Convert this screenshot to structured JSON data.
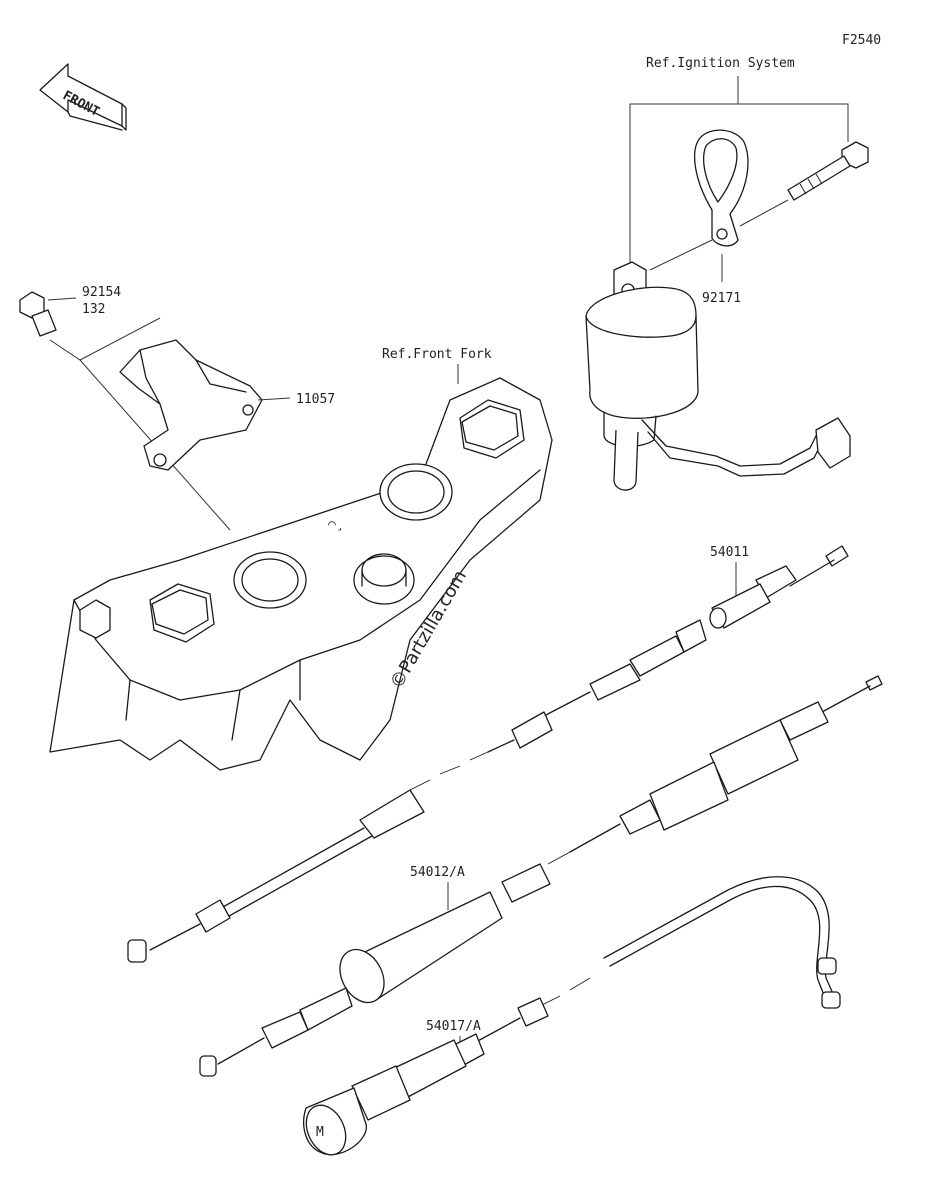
{
  "diagram": {
    "code": "F2540",
    "front_arrow_label": "FRONT",
    "watermark": "©Partzilla.com",
    "refs": {
      "ignition_system": "Ref.Ignition System",
      "front_fork": "Ref.Front Fork"
    },
    "callouts": {
      "p92154": "92154",
      "p132": "132",
      "p11057": "11057",
      "p92171": "92171",
      "p54011": "54011",
      "p54012": "54012/A",
      "p54017": "54017/A"
    }
  }
}
